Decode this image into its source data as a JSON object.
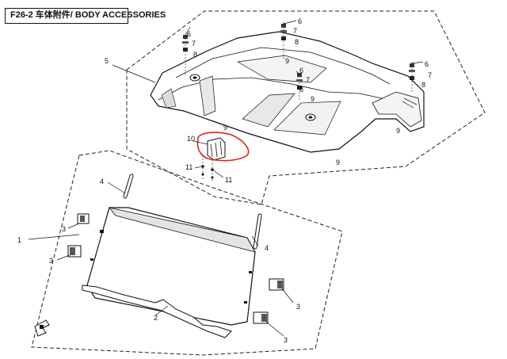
{
  "header": {
    "title": "F26-2 车体附件/ BODY ACCESSORIES"
  },
  "callouts": {
    "c1": "1",
    "c2": "2",
    "c3a": "3",
    "c3b": "3",
    "c3c": "3",
    "c3d": "3",
    "c4a": "4",
    "c4b": "4",
    "c5": "5",
    "c6a": "6",
    "c6b": "6",
    "c6c": "6",
    "c6d": "6",
    "c7a": "7",
    "c7b": "7",
    "c7c": "7",
    "c7d": "7",
    "c8a": "8",
    "c8b": "8",
    "c8c": "8",
    "c8d": "8",
    "c9a": "9",
    "c9b": "9",
    "c9c": "9",
    "c9d": "9",
    "c9e": "9",
    "c10": "10",
    "c11a": "11",
    "c11b": "11"
  },
  "colors": {
    "line": "#111111",
    "highlight": "#e0241b",
    "part_fill": "#ffffff",
    "shade": "#cfcfcf"
  }
}
